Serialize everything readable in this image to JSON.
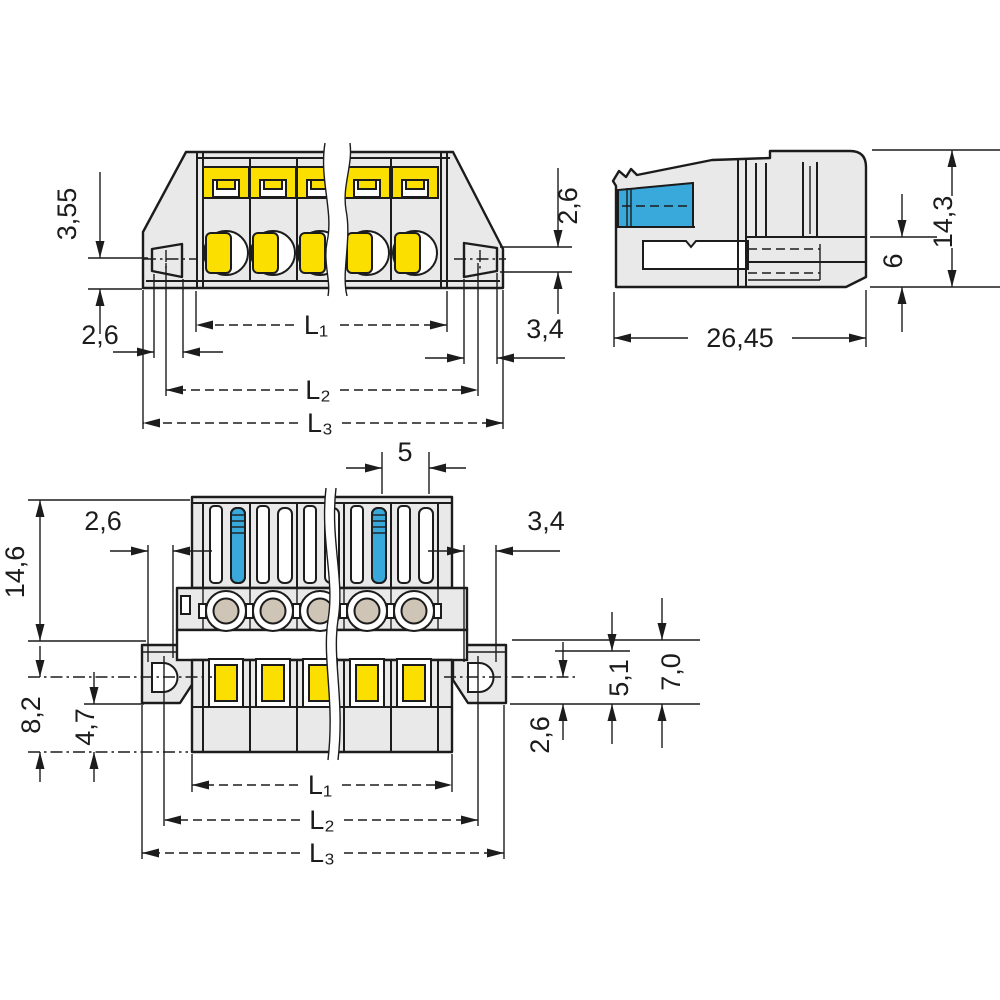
{
  "drawing": {
    "type": "technical-dimension-drawing",
    "subject": "multi-pole female plug connector with fixing flanges, three orthographic views",
    "colors": {
      "body": "#e9e9e9",
      "accent_yellow": "#fbdf00",
      "accent_blue": "#38a9da",
      "line": "#1c1c1c",
      "background": "#ffffff"
    },
    "front": {
      "d355": "3,55",
      "d26l": "2,6",
      "d26r": "2,6",
      "d34": "3,4",
      "L1": "L₁",
      "L2": "L₂",
      "L3": "L₃"
    },
    "side": {
      "w": "26,45",
      "h": "14,3",
      "h2": "6"
    },
    "plan": {
      "pitch": "5",
      "d26l": "2,6",
      "d34": "3,4",
      "d146": "14,6",
      "d82": "8,2",
      "d47": "4,7",
      "d51": "5,1",
      "d70": "7,0",
      "d26r": "2,6",
      "L1": "L₁",
      "L2": "L₂",
      "L3": "L₃"
    }
  }
}
